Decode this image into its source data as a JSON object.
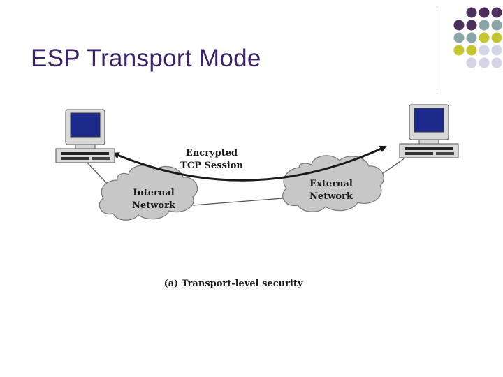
{
  "slide": {
    "title": "ESP Transport Mode"
  },
  "decoration": {
    "dot_colors": {
      "purple": "#4d2f5e",
      "teal": "#8aa5a8",
      "olive": "#c4c62e",
      "lavender": "#d4d4e4"
    },
    "dot_rows": [
      [
        "purple",
        "purple",
        "purple"
      ],
      [
        "purple",
        "purple",
        "teal",
        "teal"
      ],
      [
        "teal",
        "teal",
        "olive",
        "olive"
      ],
      [
        "olive",
        "olive",
        "lavender",
        "lavender"
      ],
      [
        "lavender",
        "lavender",
        "lavender"
      ]
    ]
  },
  "diagram": {
    "session_label_line1": "Encrypted",
    "session_label_line2": "TCP Session",
    "internal_network_line1": "Internal",
    "internal_network_line2": "Network",
    "external_network_line1": "External",
    "external_network_line2": "Network",
    "caption": "(a) Transport-level security",
    "computer_screen_color": "#1c2a8c",
    "computer_body_color": "#d9d9d9"
  }
}
